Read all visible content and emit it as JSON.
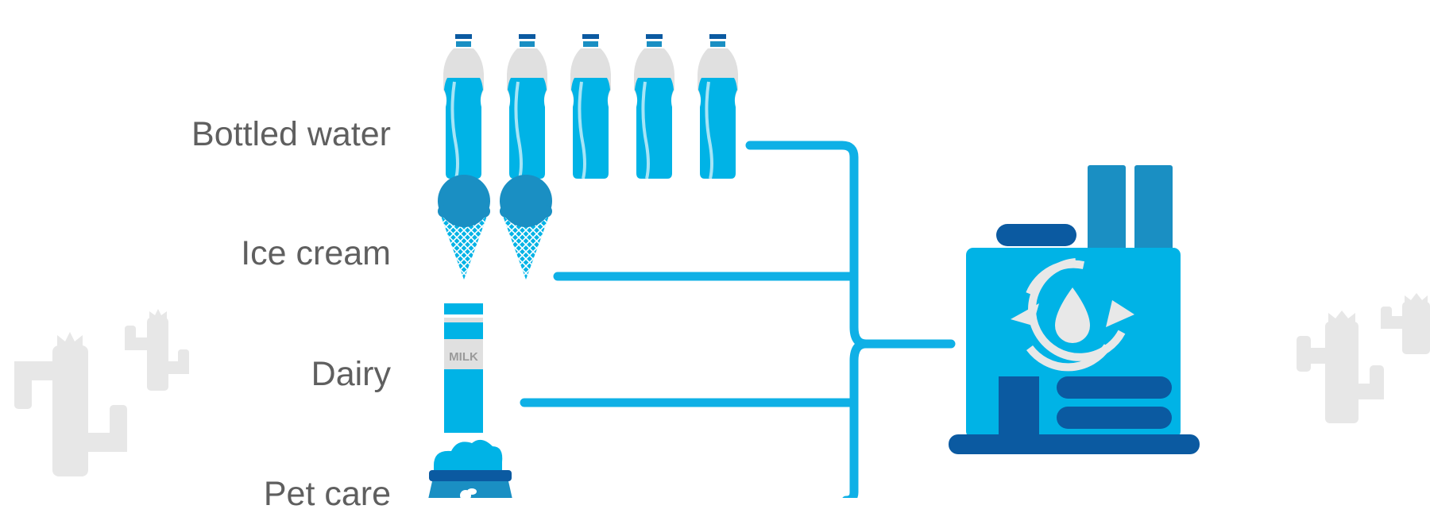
{
  "categories": [
    {
      "label": "Bottled water",
      "icon": "water-bottle-icon",
      "icon_count": 5
    },
    {
      "label": "Ice cream",
      "icon": "ice-cream-cone-icon",
      "icon_count": 2
    },
    {
      "label": "Dairy",
      "icon": "milk-carton-icon",
      "icon_count": 1,
      "icon_text": "MILK"
    },
    {
      "label": "Pet care",
      "icon": "pet-food-bowl-icon",
      "icon_count": 1
    }
  ],
  "destination": {
    "icon": "water-recycling-factory-icon"
  },
  "decorations": [
    "cactus-icon",
    "cactus-icon"
  ],
  "colors": {
    "line": "#0fb0e6",
    "primary": "#00b3e6",
    "mid": "#1a8fc3",
    "dark": "#0b5aa1",
    "label": "#5f5f5f",
    "cactus": "#e7e7e7"
  }
}
